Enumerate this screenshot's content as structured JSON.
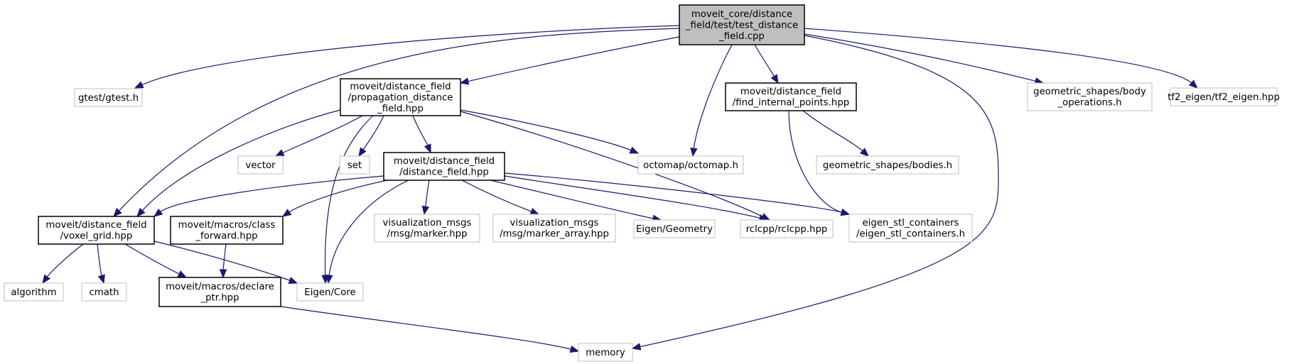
{
  "diagram": {
    "title": "Include dependency graph for test_distance_field.cpp",
    "colors": {
      "edge": "#191970",
      "root_fill": "#bfbfbf",
      "documented_border": "#000000",
      "external_border": "#bfbfbf",
      "node_fill": "#ffffff"
    },
    "nodes": [
      {
        "id": "root",
        "kind": "root",
        "lines": [
          "moveit_core/distance",
          "_field/test/test_distance",
          "_field.cpp"
        ]
      },
      {
        "id": "gtest",
        "kind": "external",
        "lines": [
          "gtest/gtest.h"
        ]
      },
      {
        "id": "prop",
        "kind": "documented",
        "lines": [
          "moveit/distance_field",
          "/propagation_distance",
          "_field.hpp"
        ]
      },
      {
        "id": "find",
        "kind": "documented",
        "lines": [
          "moveit/distance_field",
          "/find_internal_points.hpp"
        ]
      },
      {
        "id": "body",
        "kind": "external",
        "lines": [
          "geometric_shapes/body",
          "_operations.h"
        ]
      },
      {
        "id": "tf2",
        "kind": "external",
        "lines": [
          "tf2_eigen/tf2_eigen.hpp"
        ]
      },
      {
        "id": "vector",
        "kind": "external",
        "lines": [
          "vector"
        ]
      },
      {
        "id": "set",
        "kind": "external",
        "lines": [
          "set"
        ]
      },
      {
        "id": "df",
        "kind": "documented",
        "lines": [
          "moveit/distance_field",
          "/distance_field.hpp"
        ]
      },
      {
        "id": "octomap",
        "kind": "external",
        "lines": [
          "octomap/octomap.h"
        ]
      },
      {
        "id": "bodies",
        "kind": "external",
        "lines": [
          "geometric_shapes/bodies.h"
        ]
      },
      {
        "id": "voxel",
        "kind": "documented",
        "lines": [
          "moveit/distance_field",
          "/voxel_grid.hpp"
        ]
      },
      {
        "id": "classfwd",
        "kind": "documented",
        "lines": [
          "moveit/macros/class",
          "_forward.hpp"
        ]
      },
      {
        "id": "vmarker",
        "kind": "external",
        "lines": [
          "visualization_msgs",
          "/msg/marker.hpp"
        ]
      },
      {
        "id": "vmarkerarr",
        "kind": "external",
        "lines": [
          "visualization_msgs",
          "/msg/marker_array.hpp"
        ]
      },
      {
        "id": "geometry",
        "kind": "external",
        "lines": [
          "Eigen/Geometry"
        ]
      },
      {
        "id": "rclcpp",
        "kind": "external",
        "lines": [
          "rclcpp/rclcpp.hpp"
        ]
      },
      {
        "id": "eigenstl",
        "kind": "external",
        "lines": [
          "eigen_stl_containers",
          "/eigen_stl_containers.h"
        ]
      },
      {
        "id": "algorithm",
        "kind": "external",
        "lines": [
          "algorithm"
        ]
      },
      {
        "id": "cmath",
        "kind": "external",
        "lines": [
          "cmath"
        ]
      },
      {
        "id": "declptr",
        "kind": "documented",
        "lines": [
          "moveit/macros/declare",
          "_ptr.hpp"
        ]
      },
      {
        "id": "core",
        "kind": "external",
        "lines": [
          "Eigen/Core"
        ]
      },
      {
        "id": "memory",
        "kind": "external",
        "lines": [
          "memory"
        ]
      }
    ],
    "edges": [
      {
        "from": "root",
        "to": "gtest"
      },
      {
        "from": "root",
        "to": "prop"
      },
      {
        "from": "root",
        "to": "voxel"
      },
      {
        "from": "root",
        "to": "octomap"
      },
      {
        "from": "root",
        "to": "find"
      },
      {
        "from": "root",
        "to": "memory"
      },
      {
        "from": "root",
        "to": "body"
      },
      {
        "from": "root",
        "to": "tf2"
      },
      {
        "from": "prop",
        "to": "voxel"
      },
      {
        "from": "prop",
        "to": "vector"
      },
      {
        "from": "prop",
        "to": "set"
      },
      {
        "from": "prop",
        "to": "df"
      },
      {
        "from": "prop",
        "to": "core"
      },
      {
        "from": "prop",
        "to": "octomap"
      },
      {
        "from": "prop",
        "to": "rclcpp"
      },
      {
        "from": "find",
        "to": "bodies"
      },
      {
        "from": "find",
        "to": "eigenstl"
      },
      {
        "from": "df",
        "to": "voxel"
      },
      {
        "from": "df",
        "to": "classfwd"
      },
      {
        "from": "df",
        "to": "core"
      },
      {
        "from": "df",
        "to": "vmarker"
      },
      {
        "from": "df",
        "to": "vmarkerarr"
      },
      {
        "from": "df",
        "to": "geometry"
      },
      {
        "from": "df",
        "to": "rclcpp"
      },
      {
        "from": "df",
        "to": "eigenstl"
      },
      {
        "from": "voxel",
        "to": "algorithm"
      },
      {
        "from": "voxel",
        "to": "cmath"
      },
      {
        "from": "voxel",
        "to": "declptr"
      },
      {
        "from": "voxel",
        "to": "core"
      },
      {
        "from": "classfwd",
        "to": "declptr"
      },
      {
        "from": "declptr",
        "to": "memory"
      }
    ]
  }
}
